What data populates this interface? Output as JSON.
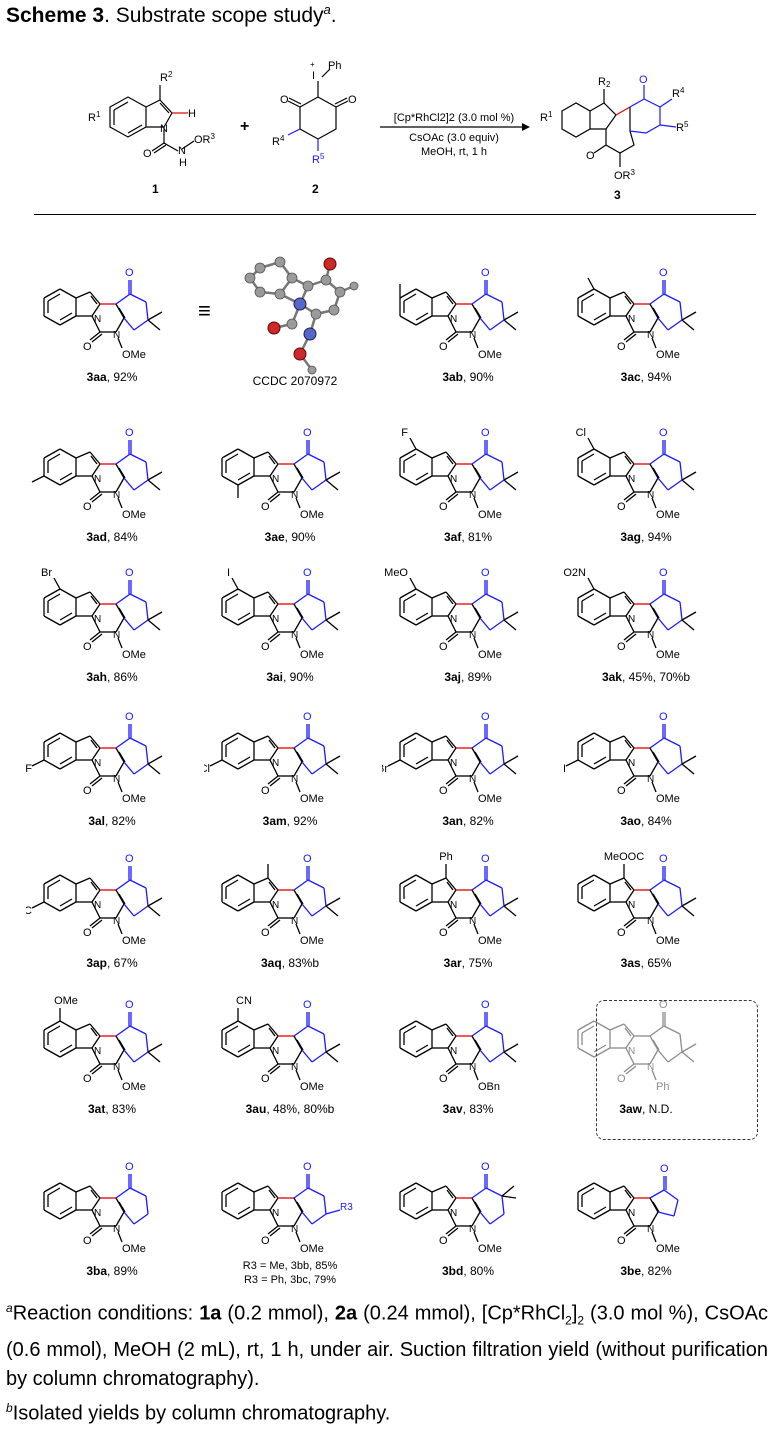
{
  "title": {
    "bold": "Scheme 3",
    "rest": ". Substrate scope study",
    "sup": "a",
    "end": "."
  },
  "scheme": {
    "cmpd1": "1",
    "cmpd2": "2",
    "cmpd3": "3",
    "conditions": [
      "[Cp*RhCl2]2 (3.0 mol %)",
      "CsOAc (3.0 equiv)",
      "MeOH, rt, 1 h"
    ],
    "plus": "+",
    "labels": {
      "R1": "R1",
      "R2": "R2",
      "OR3": "OR3",
      "N": "N",
      "H": "H",
      "O": "O",
      "Ph": "Ph",
      "I": "I",
      "R4": "R4",
      "R5": "R5"
    }
  },
  "crystal": {
    "label": "CCDC 2070972",
    "equals": "≡"
  },
  "colors": {
    "blue": "#1a1aff",
    "red": "#e00000",
    "gray": "#8c8c8c"
  },
  "products": [
    {
      "id": "3aa",
      "yield": ", 92%"
    },
    {
      "id": "3ab",
      "yield": ", 90%"
    },
    {
      "id": "3ac",
      "yield": ", 94%"
    },
    {
      "id": "3ad",
      "yield": ", 84%"
    },
    {
      "id": "3ae",
      "yield": ", 90%"
    },
    {
      "id": "3af",
      "yield": ", 81%"
    },
    {
      "id": "3ag",
      "yield": ", 94%"
    },
    {
      "id": "3ah",
      "yield": ", 86%"
    },
    {
      "id": "3ai",
      "yield": ", 90%"
    },
    {
      "id": "3aj",
      "yield": ", 89%"
    },
    {
      "id": "3ak",
      "yield": ", 45%, 70%b"
    },
    {
      "id": "3al",
      "yield": ", 82%"
    },
    {
      "id": "3am",
      "yield": ", 92%"
    },
    {
      "id": "3an",
      "yield": ", 82%"
    },
    {
      "id": "3ao",
      "yield": ", 84%"
    },
    {
      "id": "3ap",
      "yield": ", 67%"
    },
    {
      "id": "3aq",
      "yield": ", 83%b"
    },
    {
      "id": "3ar",
      "yield": ", 75%"
    },
    {
      "id": "3as",
      "yield": ", 65%"
    },
    {
      "id": "3at",
      "yield": ", 83%"
    },
    {
      "id": "3au",
      "yield": ", 48%, 80%b"
    },
    {
      "id": "3av",
      "yield": ", 83%"
    },
    {
      "id": "3aw",
      "yield": ", N.D."
    },
    {
      "id": "3ba",
      "yield": ", 89%"
    },
    {
      "id": "3bb_bc",
      "line1": "R3 = Me, 3bb, 85%",
      "line2": "R3 = Ph, 3bc, 79%"
    },
    {
      "id": "3bd",
      "yield": ", 80%"
    },
    {
      "id": "3be",
      "yield": ", 82%"
    }
  ],
  "substituents": {
    "F": "F",
    "Cl": "Cl",
    "Br": "Br",
    "I": "I",
    "MeO": "MeO",
    "O2N": "O2N",
    "NC": "NC",
    "Ph": "Ph",
    "MeOOC": "MeOOC",
    "OMe": "OMe",
    "CN": "CN",
    "OBn": "OBn",
    "R3": "R3",
    "NPh": "Ph"
  },
  "footnote": {
    "a_mark": "a",
    "a_text_1": "Reaction conditions: ",
    "b1a": "1a",
    "a_text_2": " (0.2 mmol), ",
    "b2a": "2a",
    "a_text_3": " (0.24 mmol), [Cp*RhCl",
    "a_text_4": "]",
    "a_text_5": " (3.0 mol %), CsOAc (0.6 mmol), MeOH (2 mL), rt, 1 h, under air. Suction filtration yield (without purification by column chromatography).",
    "b_mark": "b",
    "b_text": "Isolated yields by column chromatography.",
    "sub2": "2"
  }
}
